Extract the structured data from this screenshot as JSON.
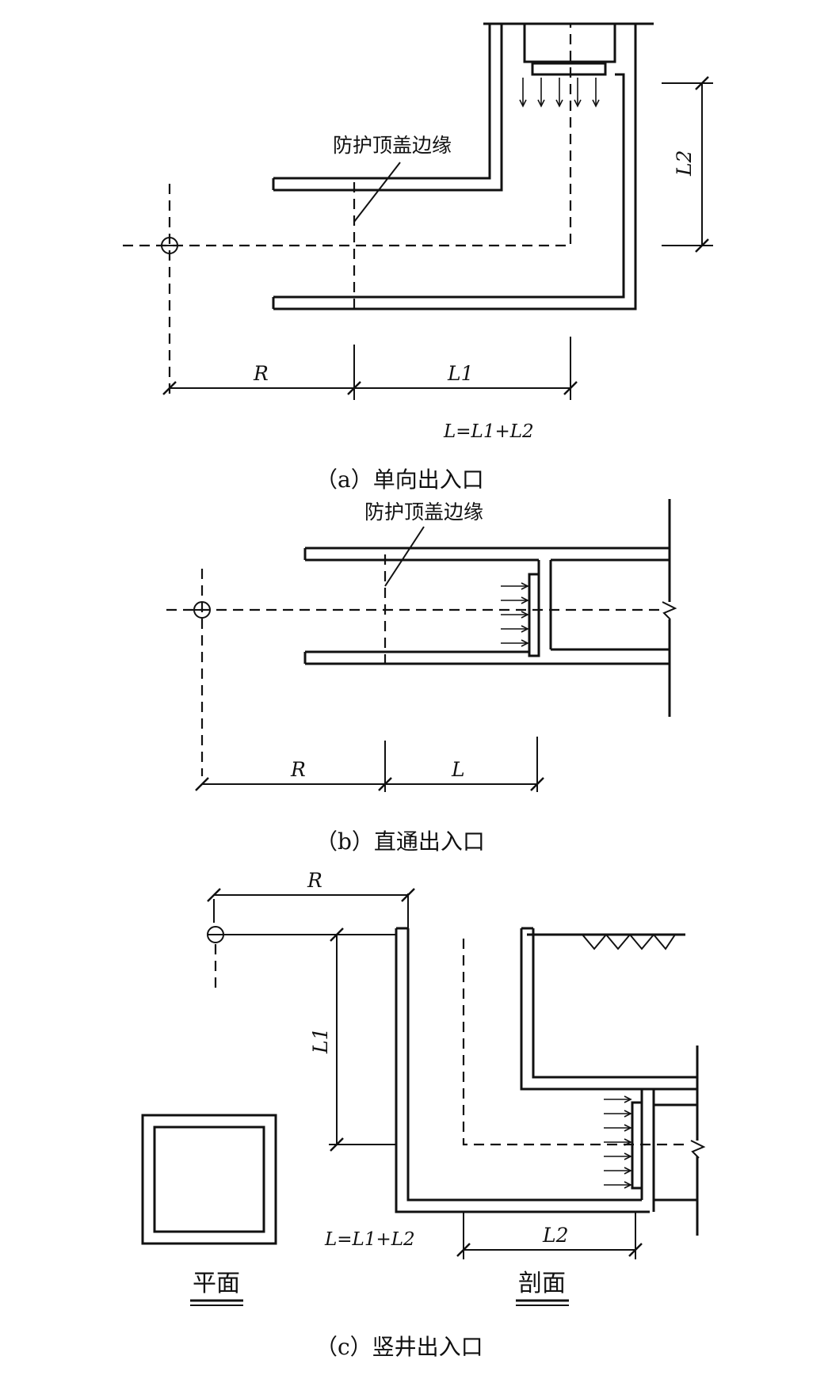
{
  "figure_a": {
    "note": "防护顶盖边缘",
    "dim_r": "R",
    "dim_l1": "L1",
    "dim_l2": "L2",
    "equation": "L=L1+L2",
    "caption": "（a）单向出入口"
  },
  "figure_b": {
    "note": "防护顶盖边缘",
    "dim_r": "R",
    "dim_l": "L",
    "caption": "（b）直通出入口"
  },
  "figure_c": {
    "dim_r": "R",
    "dim_l1": "L1",
    "dim_l2": "L2",
    "equation": "L=L1+L2",
    "plan_label": "平面",
    "section_label": "剖面",
    "caption": "（c）竖井出入口"
  }
}
